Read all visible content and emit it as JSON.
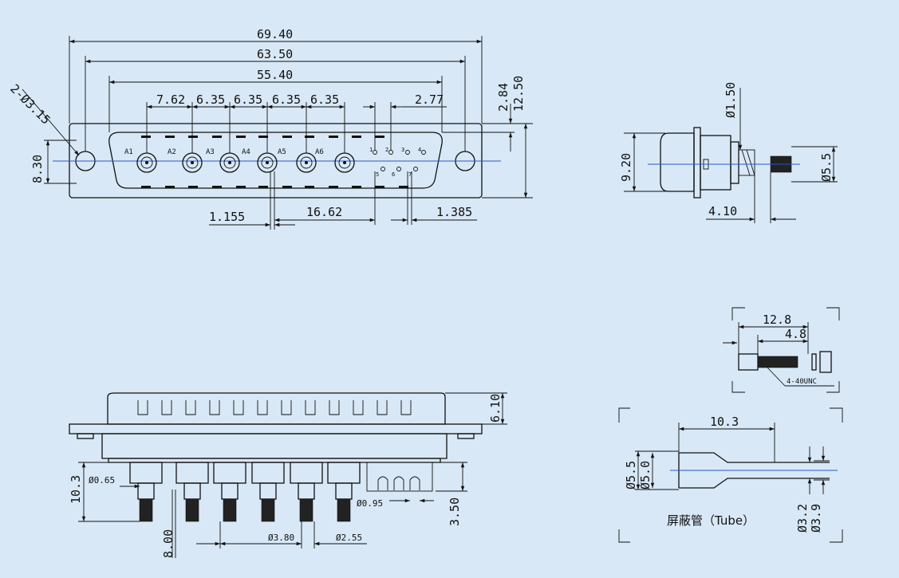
{
  "front_view": {
    "dims": {
      "overall_width": "69.40",
      "mounting_hole_spacing": "63.50",
      "shell_width": "55.40",
      "coax_pitch_first": "7.62",
      "coax_pitch_2": "6.35",
      "coax_pitch_3": "6.35",
      "coax_pitch_4": "6.35",
      "coax_pitch_5": "6.35",
      "signal_pitch": "2.77",
      "mounting_holes": "2-Ø3.15",
      "flange_height": "8.30",
      "right_offset": "2.84",
      "overall_height": "12.50",
      "bottom_left": "1.155",
      "bottom_mid": "16.62",
      "bottom_right": "1.385"
    },
    "coax_labels": [
      "A1",
      "A2",
      "A3",
      "A4",
      "A5",
      "A6"
    ],
    "signal_labels": [
      "1",
      "2",
      "3",
      "4",
      "5",
      "6",
      "7"
    ]
  },
  "side_view": {
    "dims": {
      "pin_diameter": "Ø1.50",
      "body_height": "9.20",
      "screw_diameter": "Ø5.5",
      "rear_length": "4.10"
    }
  },
  "bottom_view": {
    "dims": {
      "shell_depth": "6.10",
      "pin_diameter": "Ø0.65",
      "rear_height": "10.3",
      "signal_pin_diameter": "Ø0.95",
      "signal_tail": "3.50",
      "coax_tail": "8.00",
      "coax_diameter_a": "Ø3.80",
      "coax_diameter_b": "Ø2.55"
    }
  },
  "screw_detail": {
    "dims": {
      "total_length": "12.8",
      "thread_length": "4.8"
    },
    "thread_label": "4-40UNC"
  },
  "tube_detail": {
    "dims": {
      "length": "10.3",
      "outer_large": "Ø5.5",
      "inner_large": "Ø5.0",
      "inner_small": "Ø3.2",
      "outer_small": "Ø3.9"
    },
    "caption": "屏蔽管（Tube）"
  }
}
